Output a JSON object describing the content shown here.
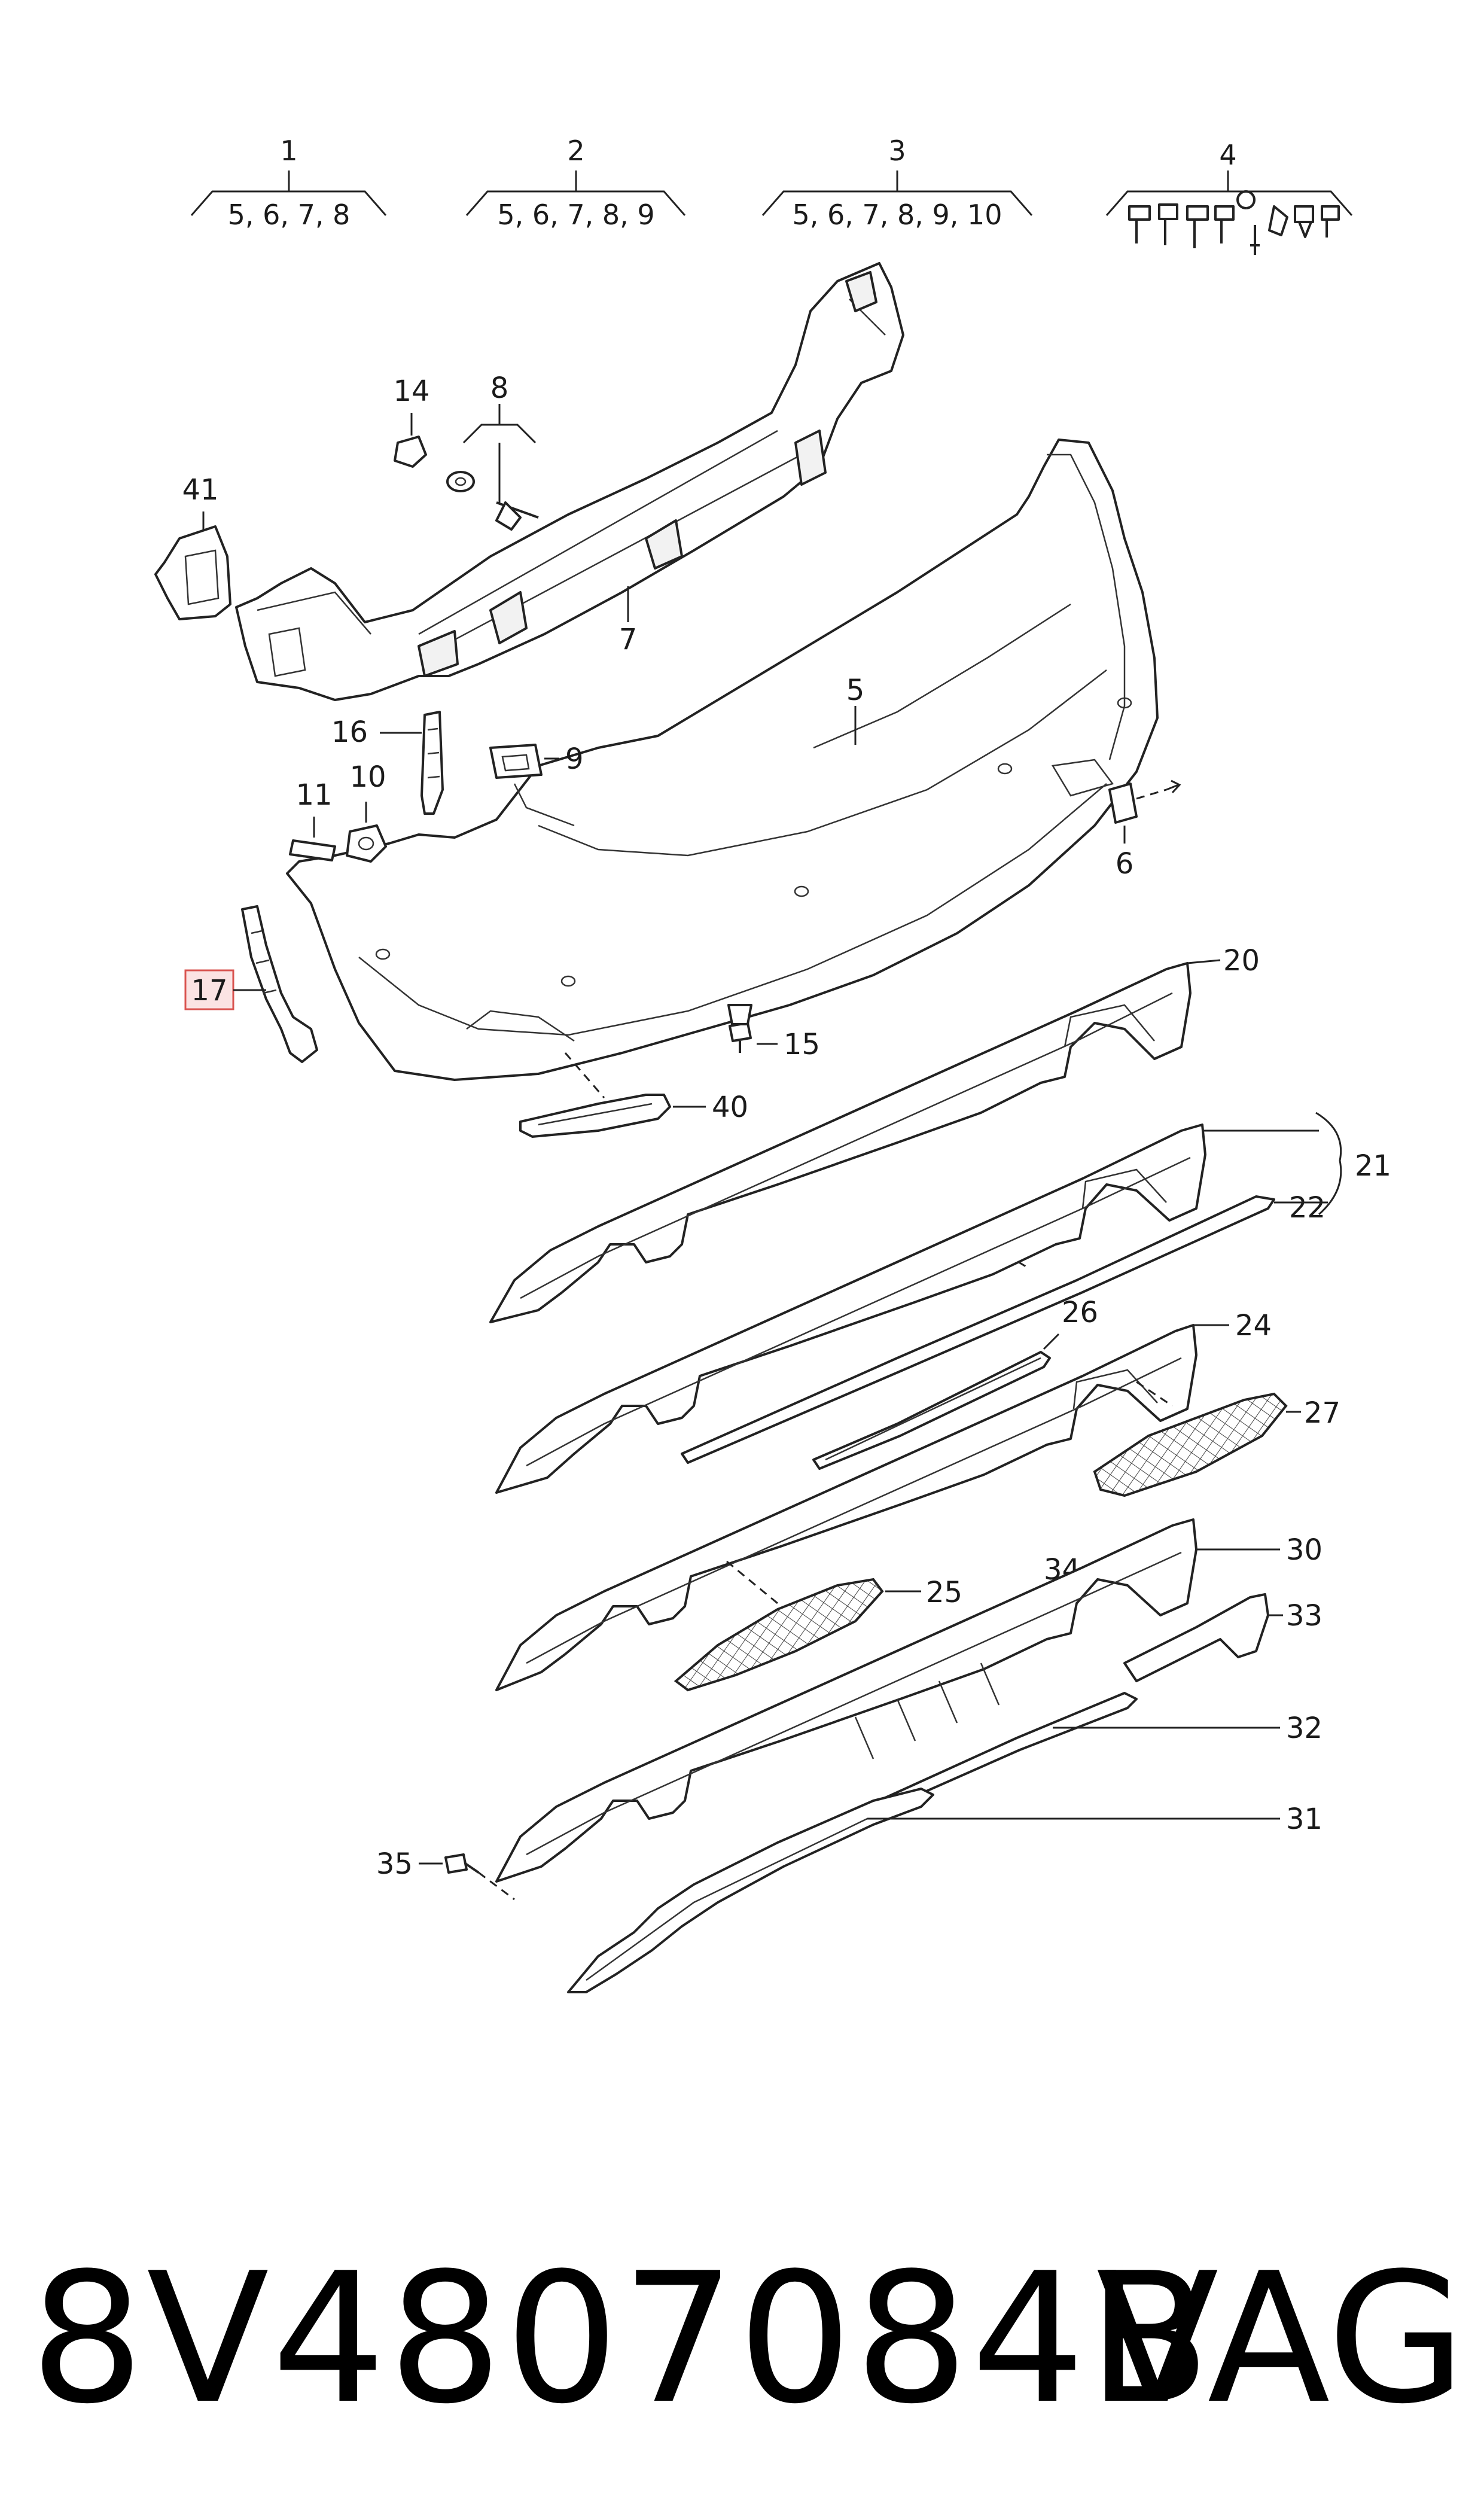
{
  "groups": [
    {
      "num": "1",
      "items": "5, 6, 7, 8"
    },
    {
      "num": "2",
      "items": "5, 6, 7, 8, 9"
    },
    {
      "num": "3",
      "items": "5, 6, 7, 8, 9, 10"
    },
    {
      "num": "4",
      "items": ""
    }
  ],
  "callouts": {
    "c5": "5",
    "c6": "6",
    "c7": "7",
    "c8": "8",
    "c9": "9",
    "c10": "10",
    "c11": "11",
    "c14": "14",
    "c15": "15",
    "c16": "16",
    "c17": "17",
    "c20": "20",
    "c21": "21",
    "c22": "22",
    "c24": "24",
    "c25": "25",
    "c26": "26",
    "c27": "27",
    "c30": "30",
    "c31": "31",
    "c32": "32",
    "c33": "33",
    "c34": "34",
    "c35": "35",
    "c40": "40",
    "c41": "41"
  },
  "highlight": {
    "callout": "17",
    "color": "#d9534f"
  },
  "footer": {
    "part_number": "8V4807084B",
    "brand": "VAG"
  }
}
